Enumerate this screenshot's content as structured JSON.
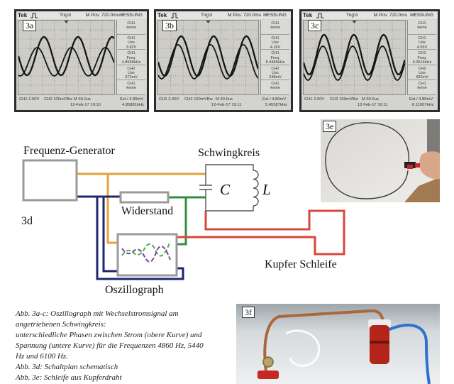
{
  "icons": {
    "trigger": "trigger-icon"
  },
  "scopes": [
    {
      "label": "3a",
      "brand": "Tek",
      "trig": "Trig'd",
      "mpos": "M Pos: 720.0ms",
      "menu": "MESSUNG",
      "measurements": [
        [
          "CH1",
          "keine"
        ],
        [
          "CH1",
          "Uss",
          "3.92V"
        ],
        [
          "CH1",
          "Freq.",
          "4.8590kHz"
        ],
        [
          "CH2",
          "Uss",
          "372mV"
        ],
        [
          "CH1",
          "keine"
        ]
      ],
      "footer": {
        "ch1": "CH1 2.00V",
        "ch2": "CH2 100mVBw",
        "timebase": "M 50.0us",
        "ext": "Ext / 4.80mV",
        "date": "12-Feb-17 10:10",
        "freq": "4.85881kHz"
      }
    },
    {
      "label": "3b",
      "brand": "Tek",
      "trig": "Trig'd",
      "mpos": "M Pos: 720.0ms",
      "menu": "MESSUNG",
      "measurements": [
        [
          "CH1",
          "keine"
        ],
        [
          "CH1",
          "Uss",
          "4.16V"
        ],
        [
          "CH1",
          "Freq.",
          "5.4486kHz"
        ],
        [
          "CH2",
          "Uss",
          "248mV"
        ],
        [
          "CH1",
          "keine"
        ]
      ],
      "footer": {
        "ch1": "CH1 2.00V",
        "ch2": "CH2 100mVBw",
        "timebase": "M 50.0us",
        "ext": "Ext / 4.80mV",
        "date": "12-Feb-17 10:11",
        "freq": "5.45387kHz"
      }
    },
    {
      "label": "3c",
      "brand": "Tek",
      "trig": "Trig'd",
      "mpos": "M Pos: 720.0ms",
      "menu": "MESSUNG",
      "measurements": [
        [
          "CH1",
          "keine"
        ],
        [
          "CH1",
          "Uss",
          "4.56V"
        ],
        [
          "CH1",
          "Freq.",
          "6.0616kHz"
        ],
        [
          "CH2",
          "Uss",
          "332mV"
        ],
        [
          "CH1",
          "keine"
        ]
      ],
      "footer": {
        "ch1": "CH1 2.00V",
        "ch2": "CH2 100mVBw",
        "timebase": "M 50.0us",
        "ext": "Ext / 4.80mV",
        "date": "12-Feb-17 10:11",
        "freq": "6.11007kHz"
      }
    }
  ],
  "diagram": {
    "label": "3d",
    "generator": "Frequenz-Generator",
    "tank_circuit": "Schwingkreis",
    "capacitor": "C",
    "inductor": "L",
    "resistor": "Widerstand",
    "oscilloscope": "Oszillograph",
    "loop": "Kupfer Schleife",
    "wire_colors": {
      "orange": "#e6a23c",
      "navy": "#1c2770",
      "green": "#2f8f3f",
      "red": "#d8473b",
      "trace_green": "#4caf50",
      "trace_purple": "#7b3fa0"
    }
  },
  "photos": {
    "e": {
      "label": "3e"
    },
    "f": {
      "label": "3f"
    }
  },
  "caption": [
    "Abb. 3a-c: Oszillograph mit Wechselstromsignal am",
    "angetriebenen Schwingkreis:",
    "unterschiedliche Phasen zwischen Strom (obere Kurve) und",
    "Spannung (untere Kurve) für die Frequenzen 4860 Hz, 5440",
    "Hz und 6100 Hz.",
    "Abb. 3d: Schaltplan schematisch",
    "Abb. 3e: Schleife aus Kupferdraht"
  ]
}
